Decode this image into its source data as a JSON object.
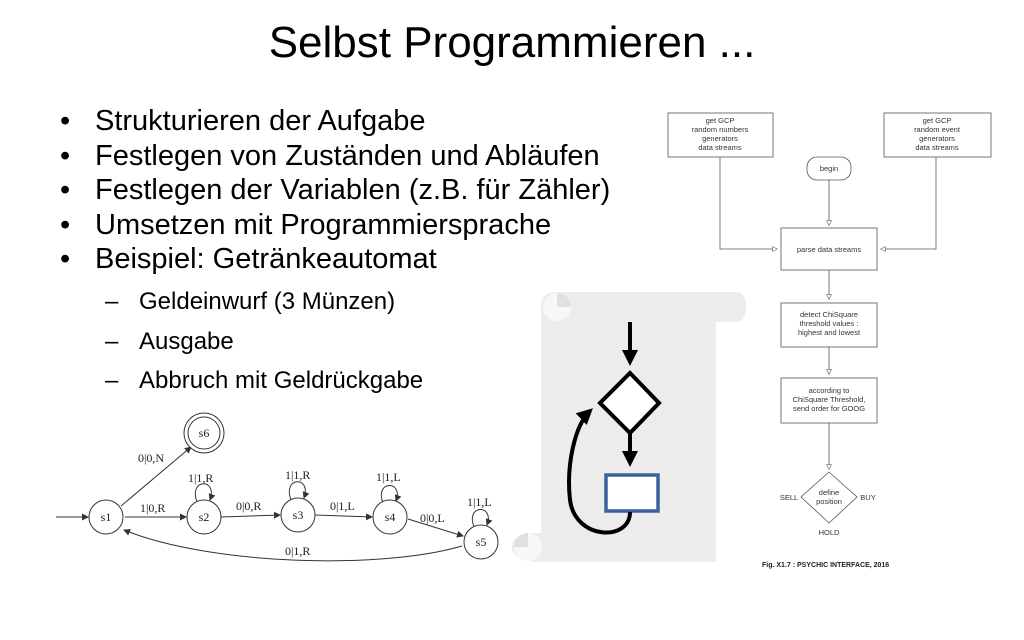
{
  "slide": {
    "title": "Selbst Programmieren ...",
    "bullets": [
      "Strukturieren der Aufgabe",
      "Festlegen von Zuständen und Abläufen",
      "Festlegen der Variablen (z.B. für Zähler)",
      "Umsetzen mit Programmiersprache",
      "Beispiel: Getränkeautomat"
    ],
    "sub_bullets": [
      "Geldeinwurf (3 Münzen)",
      "Ausgabe",
      "Abbruch mit Geldrückgabe"
    ]
  },
  "state_machine": {
    "states": [
      "s1",
      "s2",
      "s3",
      "s4",
      "s5",
      "s6"
    ],
    "transitions": {
      "s1_s6": "0|0,N",
      "s2_self": "1|1,R",
      "s1_s2": "1|0,R",
      "s3_self": "1|1,R",
      "s2_s3": "0|0,R",
      "s4_self": "1|1,L",
      "s3_s4": "0|1,L",
      "s5_self": "1|1,L",
      "s4_s5": "0|0,L",
      "s5_s1": "0|1,R"
    }
  },
  "flowchart": {
    "nodes": {
      "gcp_numbers": [
        "get GCP",
        "random numbers",
        "generators",
        "data streams"
      ],
      "gcp_events": [
        "get GCP",
        "random event",
        "generators",
        "data streams"
      ],
      "begin": "begin",
      "parse": "parse data streams",
      "detect": [
        "detect ChiSquare",
        "threshold values :",
        "highest and lowest"
      ],
      "according": [
        "according to",
        "ChiSquare Threshold,",
        "send order for GOOG"
      ],
      "decision": [
        "define",
        "position"
      ]
    },
    "labels": {
      "sell": "SELL",
      "buy": "BUY",
      "hold": "HOLD"
    },
    "caption": "Fig. X1.7 : PSYCHIC INTERFACE, 2016"
  }
}
